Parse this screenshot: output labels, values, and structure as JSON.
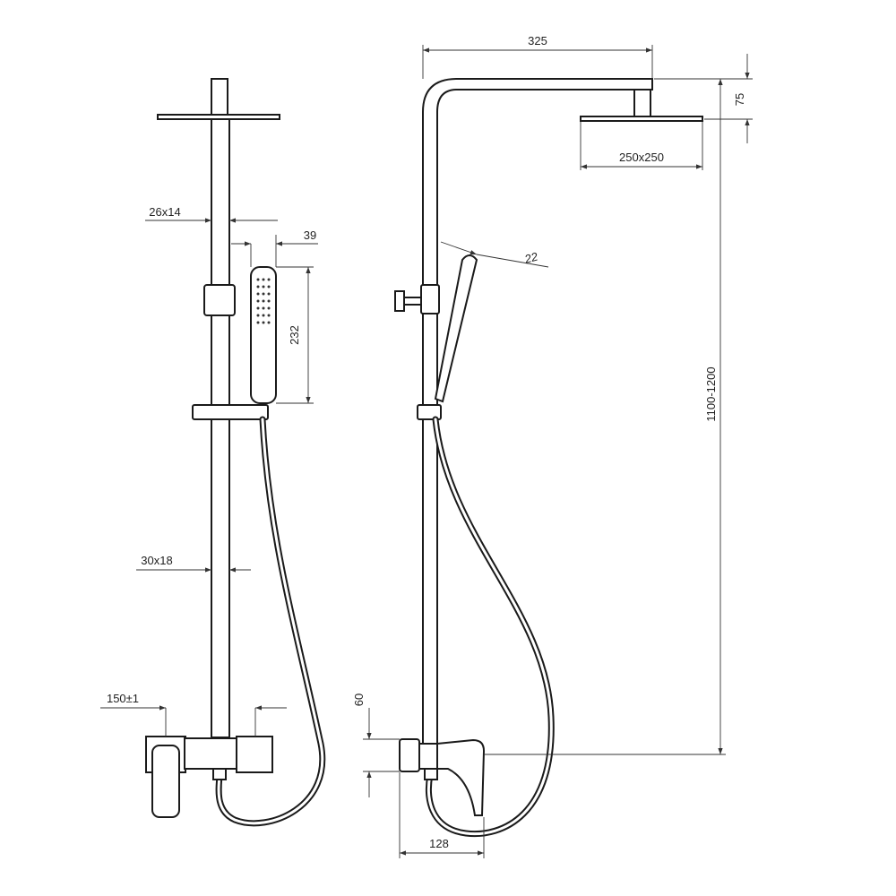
{
  "dimensions": {
    "arm_length": "325",
    "head_drop": "75",
    "head_size": "250x250",
    "upper_pipe": "26x14",
    "hand_shower_width": "39",
    "hand_shower_depth": "22",
    "hand_shower_length": "232",
    "height_range": "1100-1200",
    "lower_pipe": "30x18",
    "inlet_spacing": "150±1",
    "mixer_height": "60",
    "mixer_depth": "128"
  }
}
